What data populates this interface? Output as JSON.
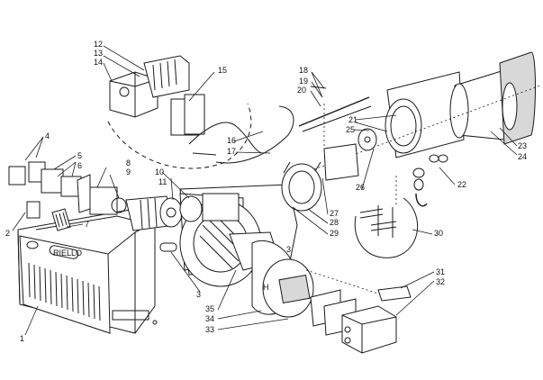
{
  "diagram": {
    "title": "Oil burner exploded parts view",
    "callouts": [
      {
        "id": "1",
        "text": "1"
      },
      {
        "id": "2",
        "text": "2"
      },
      {
        "id": "3",
        "text": "3"
      },
      {
        "id": "4",
        "text": "4"
      },
      {
        "id": "5",
        "text": "5"
      },
      {
        "id": "6",
        "text": "6"
      },
      {
        "id": "7",
        "text": "7"
      },
      {
        "id": "8",
        "text": "8"
      },
      {
        "id": "9",
        "text": "9"
      },
      {
        "id": "10",
        "text": "10"
      },
      {
        "id": "11",
        "text": "11"
      },
      {
        "id": "12",
        "text": "12"
      },
      {
        "id": "13",
        "text": "13"
      },
      {
        "id": "14",
        "text": "14"
      },
      {
        "id": "15",
        "text": "15"
      },
      {
        "id": "16",
        "text": "16"
      },
      {
        "id": "17",
        "text": "17"
      },
      {
        "id": "18",
        "text": "18"
      },
      {
        "id": "19",
        "text": "19"
      },
      {
        "id": "20",
        "text": "20"
      },
      {
        "id": "21",
        "text": "21"
      },
      {
        "id": "22",
        "text": "22"
      },
      {
        "id": "23",
        "text": "23"
      },
      {
        "id": "24",
        "text": "24"
      },
      {
        "id": "25",
        "text": "25"
      },
      {
        "id": "26",
        "text": "26"
      },
      {
        "id": "27",
        "text": "27"
      },
      {
        "id": "28",
        "text": "28"
      },
      {
        "id": "29",
        "text": "29"
      },
      {
        "id": "30",
        "text": "30"
      },
      {
        "id": "31",
        "text": "31"
      },
      {
        "id": "32",
        "text": "32"
      },
      {
        "id": "33",
        "text": "33"
      },
      {
        "id": "34",
        "text": "34"
      },
      {
        "id": "35",
        "text": "35"
      }
    ],
    "cover_badge": "RIELLO"
  }
}
